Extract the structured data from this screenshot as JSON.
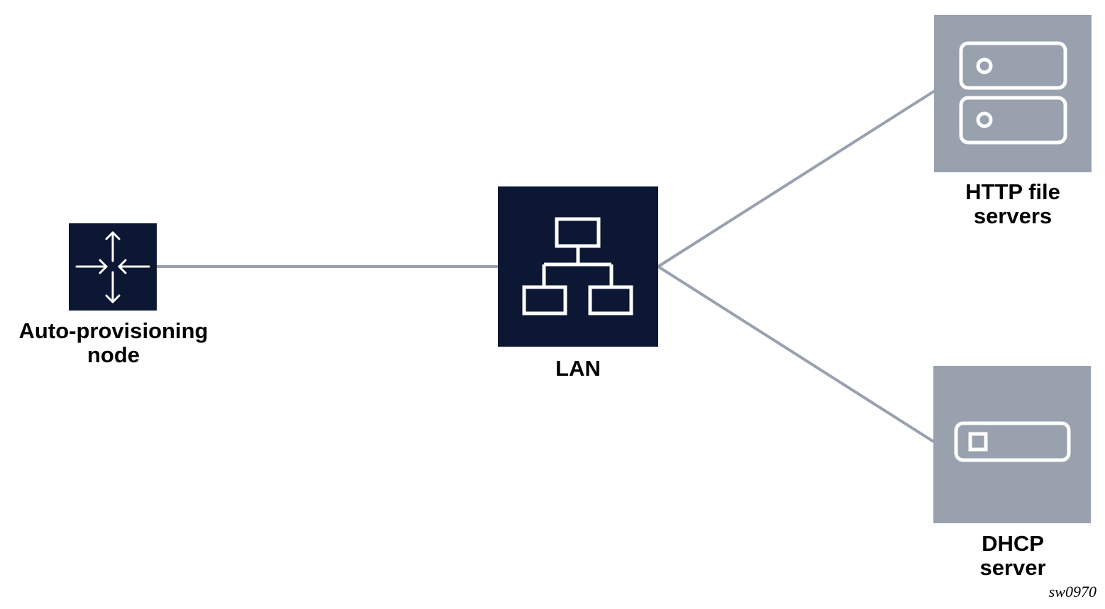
{
  "diagram": {
    "nodes": [
      {
        "id": "auto-provisioning-node",
        "label_lines": [
          "Auto-provisioning",
          "node"
        ],
        "icon": "router-arrows-icon"
      },
      {
        "id": "lan",
        "label_lines": [
          "LAN"
        ],
        "icon": "network-hierarchy-icon"
      },
      {
        "id": "http-file-servers",
        "label_lines": [
          "HTTP file",
          "servers"
        ],
        "icon": "server-stack-icon"
      },
      {
        "id": "dhcp-server",
        "label_lines": [
          "DHCP",
          "server"
        ],
        "icon": "server-icon"
      }
    ],
    "edges": [
      {
        "from": "auto-provisioning-node",
        "to": "lan"
      },
      {
        "from": "lan",
        "to": "http-file-servers"
      },
      {
        "from": "lan",
        "to": "dhcp-server"
      }
    ],
    "figure_id": "sw0970"
  },
  "colors": {
    "dark_box": "#0b1733",
    "gray_box": "#98a1ad",
    "connector": "#98a1ad",
    "icon_stroke": "#ffffff"
  }
}
